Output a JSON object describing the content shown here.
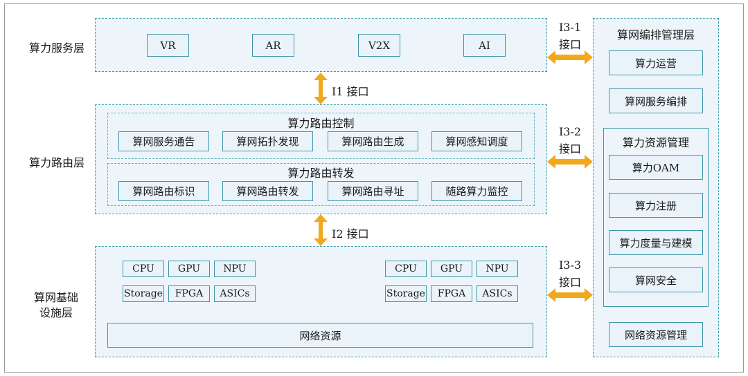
{
  "colors": {
    "arrow": "#f2a81d",
    "border": "#3d96a8",
    "fill": "#edf5fa"
  },
  "layers": {
    "service": {
      "label": "算力服务层",
      "items": [
        "VR",
        "AR",
        "V2X",
        "AI"
      ]
    },
    "routing": {
      "label": "算力路由层",
      "control": {
        "title": "算力路由控制",
        "items": [
          "算网服务通告",
          "算网拓扑发现",
          "算网路由生成",
          "算网感知调度"
        ]
      },
      "forward": {
        "title": "算力路由转发",
        "items": [
          "算网路由标识",
          "算网路由转发",
          "算网路由寻址",
          "随路算力监控"
        ]
      }
    },
    "infra": {
      "label_line1": "算网基础",
      "label_line2": "设施层",
      "left_group": [
        "CPU",
        "GPU",
        "NPU",
        "Storage",
        "FPGA",
        "ASICs"
      ],
      "right_group": [
        "CPU",
        "GPU",
        "NPU",
        "Storage",
        "FPGA",
        "ASICs"
      ],
      "network": "网络资源"
    }
  },
  "interfaces": {
    "i1": "I1 接口",
    "i2": "I2 接口",
    "i3_1": {
      "line1": "I3-1",
      "line2": "接口"
    },
    "i3_2": {
      "line1": "I3-2",
      "line2": "接口"
    },
    "i3_3": {
      "line1": "I3-3",
      "line2": "接口"
    }
  },
  "orchestration": {
    "title": "算网编排管理层",
    "ops": "算力运营",
    "service_orch": "算网服务编排",
    "resource_mgmt": {
      "title": "算力资源管理",
      "items": [
        "算力OAM",
        "算力注册",
        "算力度量与建模",
        "算网安全"
      ]
    },
    "network_mgmt": "网络资源管理"
  }
}
